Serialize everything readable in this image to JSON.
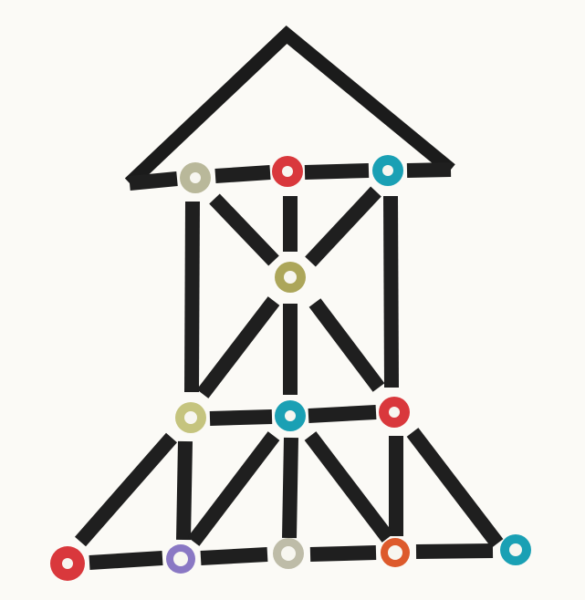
{
  "structure": {
    "beads": [
      {
        "id": "roof-left",
        "color": "#b9b89a"
      },
      {
        "id": "roof-center",
        "color": "#d9383c"
      },
      {
        "id": "roof-right",
        "color": "#1aa0b4"
      },
      {
        "id": "upper-center",
        "color": "#aca65a"
      },
      {
        "id": "middle-left",
        "color": "#c5c47e"
      },
      {
        "id": "middle-center",
        "color": "#1aa0b4"
      },
      {
        "id": "middle-right",
        "color": "#d9383c"
      },
      {
        "id": "base-far-left",
        "color": "#d9383c"
      },
      {
        "id": "base-left",
        "color": "#8a78c4"
      },
      {
        "id": "base-center",
        "color": "#bebca8"
      },
      {
        "id": "base-right",
        "color": "#dd5a2c"
      },
      {
        "id": "base-far-right",
        "color": "#1aa0b4"
      }
    ],
    "stick_color": "#1f1f1f",
    "background_color": "#fbfaf6"
  }
}
